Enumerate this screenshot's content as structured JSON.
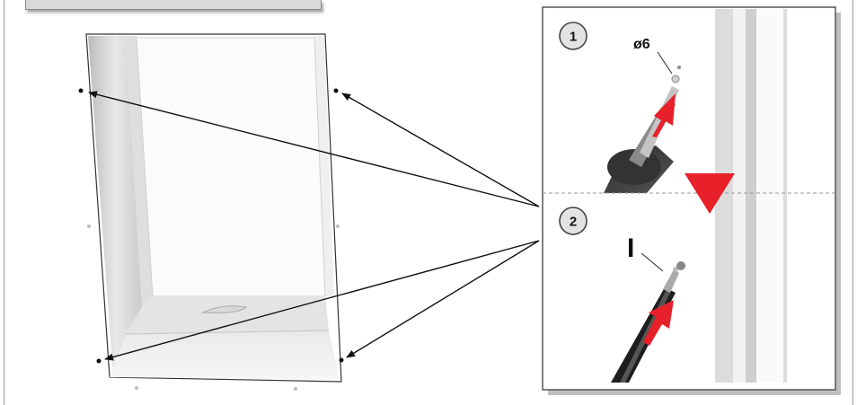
{
  "steps": [
    {
      "number": "1",
      "callout": "ø6"
    },
    {
      "number": "2",
      "callout": "I"
    }
  ],
  "colors": {
    "arrow": "#e8202a",
    "frame_border": "#444444",
    "panel_border": "#555555",
    "divider": "#9a9a9a",
    "badge_fill": "#e3e3e3"
  }
}
